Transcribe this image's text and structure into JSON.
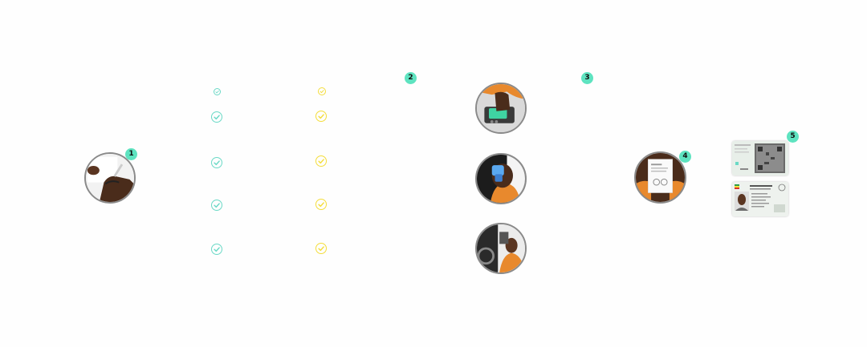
{
  "colors": {
    "badge": "#5ee3c0",
    "check_teal": "#6ad9c6",
    "check_yellow": "#f4dd3a",
    "photo_border": "#8a8a8a",
    "orange_shirt": "#e8892d",
    "skin": "#5a3521",
    "fingerprint_green": "#3fd3a2",
    "card_bg": "#e8efe9"
  },
  "steps": [
    {
      "number": "1",
      "icon": "hand-signing-photo"
    },
    {
      "number": "2",
      "icon": "registration-checklist"
    },
    {
      "number": "3",
      "icon": "biometric-capture"
    },
    {
      "number": "4",
      "icon": "holding-document-photo"
    },
    {
      "number": "5",
      "icon": "id-card"
    }
  ],
  "checklist": {
    "teal_column": {
      "icon": "check-circle-icon",
      "count": 5
    },
    "yellow_column": {
      "icon": "check-circle-icon",
      "count": 5
    }
  },
  "biometrics": [
    {
      "icon": "fingerprint-scanner-photo"
    },
    {
      "icon": "iris-scanner-photo"
    },
    {
      "icon": "face-camera-photo"
    }
  ],
  "id_card": {
    "front_icon": "id-card-front-icon",
    "back_icon": "id-card-back-qr-icon"
  }
}
